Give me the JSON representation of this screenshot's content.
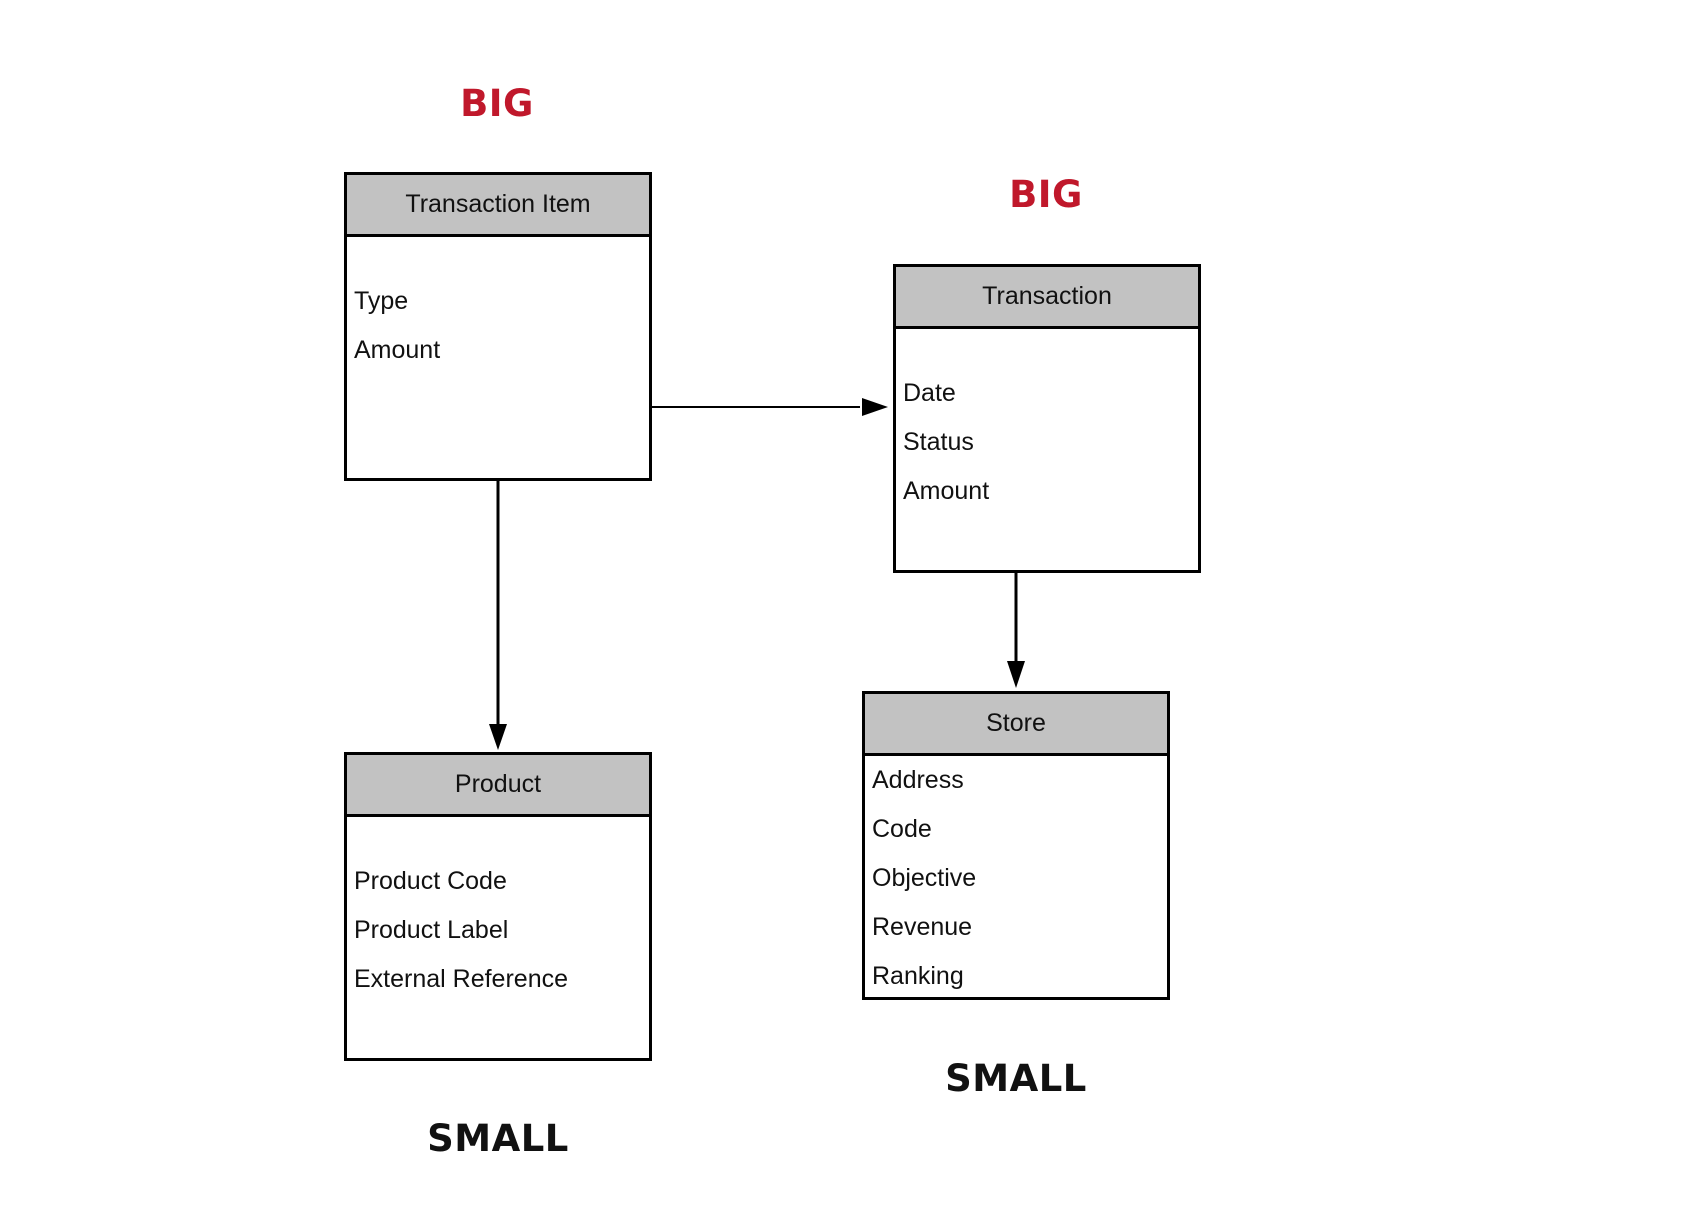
{
  "labels": {
    "transaction_item_size": "BIG",
    "transaction_size": "BIG",
    "product_size": "SMALL",
    "store_size": "SMALL"
  },
  "colors": {
    "big": "#c0182b",
    "small": "#111111",
    "header_fill": "#c2c2c2",
    "line": "#000000"
  },
  "entities": {
    "transaction_item": {
      "name": "Transaction Item",
      "attributes": [
        "Type",
        "Amount"
      ]
    },
    "transaction": {
      "name": "Transaction",
      "attributes": [
        "Date",
        "Status",
        "Amount"
      ]
    },
    "product": {
      "name": "Product",
      "attributes": [
        "Product Code",
        "Product Label",
        "External Reference"
      ]
    },
    "store": {
      "name": "Store",
      "attributes": [
        "Address",
        "Code",
        "Objective",
        "Revenue",
        "Ranking"
      ]
    }
  },
  "relationships": [
    {
      "from": "Transaction Item",
      "to": "Transaction"
    },
    {
      "from": "Transaction Item",
      "to": "Product"
    },
    {
      "from": "Transaction",
      "to": "Store"
    }
  ]
}
